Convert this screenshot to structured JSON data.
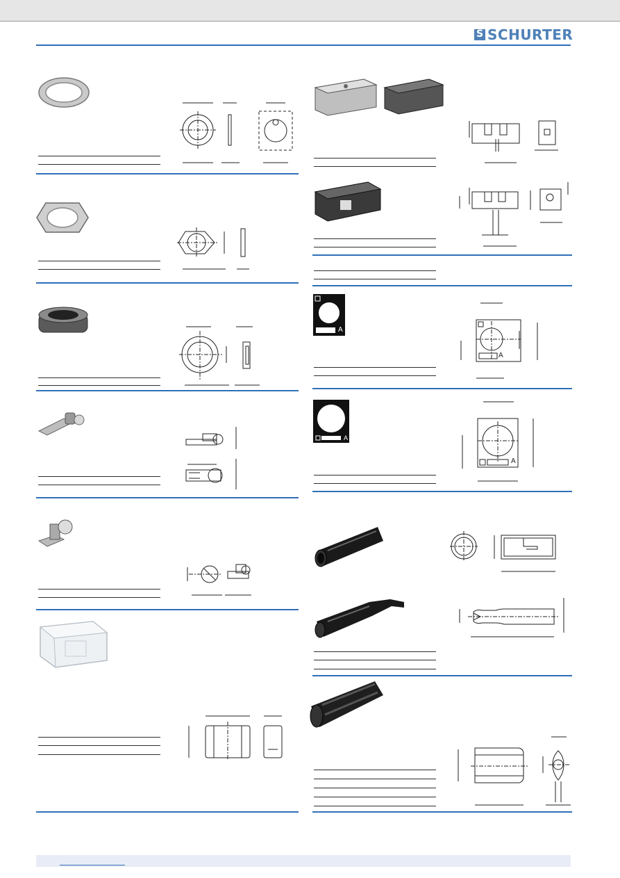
{
  "header": {
    "brand": "SCHURTER",
    "logo_icon": "schurter-s-logo-icon"
  },
  "colors": {
    "accent": "#2f6fb8",
    "brand": "#4f81b8",
    "line": "#2d2d2d",
    "footer_band": "#e8ecf6",
    "top_bar": "#e6e6e6"
  },
  "products": [
    {
      "id": "ring-washer",
      "photo_icon": "ring-washer-photo",
      "drawing_icon": "ring-washer-drawing-icon"
    },
    {
      "id": "hex-nut",
      "photo_icon": "hex-nut-photo",
      "drawing_icon": "hex-nut-drawing-icon"
    },
    {
      "id": "knurled-nut",
      "photo_icon": "knurled-nut-photo",
      "drawing_icon": "knurled-nut-drawing-icon"
    },
    {
      "id": "solder-terminal",
      "photo_icon": "solder-terminal-photo",
      "drawing_icon": "solder-terminal-drawing-icon"
    },
    {
      "id": "screw-terminal",
      "photo_icon": "screw-terminal-photo",
      "drawing_icon": "screw-terminal-drawing-icon"
    },
    {
      "id": "transparent-cover",
      "photo_icon": "transparent-cover-photo",
      "drawing_icon": "cover-drawing-icon"
    },
    {
      "id": "fuse-holder-cover",
      "photo_icon": "fuse-holder-cover-photo",
      "drawing_icon": "fuse-cover-drawing-icon"
    },
    {
      "id": "fuse-block-cover",
      "photo_icon": "fuse-block-cover-photo",
      "drawing_icon": "fuse-block-drawing-icon"
    },
    {
      "id": "label-plate-small",
      "photo_icon": "label-plate-small-photo",
      "drawing_icon": "label-plate-small-drawing-icon",
      "plate_letter": "A"
    },
    {
      "id": "label-plate-large",
      "photo_icon": "label-plate-large-photo",
      "drawing_icon": "label-plate-large-drawing-icon",
      "plate_letter": "A"
    },
    {
      "id": "insulating-sleeve",
      "photo_icon": "insulating-sleeve-photo",
      "drawing_icon": "sleeve-drawing-icon"
    },
    {
      "id": "insulating-boot",
      "photo_icon": "insulating-boot-photo",
      "drawing_icon": "boot-drawing-icon"
    },
    {
      "id": "fuse-carrier-grip",
      "photo_icon": "fuse-carrier-grip-photo",
      "drawing_icon": "grip-drawing-icon"
    }
  ]
}
